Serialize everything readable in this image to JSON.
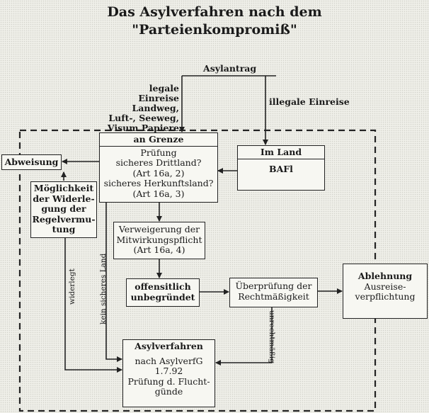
{
  "title": {
    "line1": "Das Asylverfahren nach dem",
    "line2": "\"Parteienkompromiß\""
  },
  "labels": {
    "asylantrag": "Asylantrag",
    "legale_einreise": [
      "legale Einreise",
      "Landweg,",
      "Luft-, Seeweg,",
      "Visum Papiere"
    ],
    "illegale_einreise": "illegale Einreise",
    "widerlegt": "widerlegt",
    "kein_sicheres_land": "kein sicheres Land",
    "unrechtmaessig": "unrechtmäßig"
  },
  "boxes": {
    "an_grenze": {
      "header": "an Grenze",
      "lines": [
        "Prüfung",
        "sicheres Drittland?",
        "(Art 16a, 2)",
        "sicheres Herkunftsland?",
        "(Art 16a, 3)"
      ]
    },
    "im_land": {
      "header": "Im Land",
      "body": "BAFl"
    },
    "abweisung": {
      "text": "Abweisung"
    },
    "widerlegung": {
      "lines": [
        "Möglichkeit",
        "der Widerle-",
        "gung der",
        "Regelvermu-",
        "tung"
      ]
    },
    "verweigerung": {
      "lines": [
        "Verweigerung der",
        "Mitwirkungspflicht",
        "(Art 16a, 4)"
      ]
    },
    "offensichtlich": {
      "lines": [
        "offensitlich",
        "unbegründet"
      ]
    },
    "ueberpruefung": {
      "lines": [
        "Überprüfung der",
        "Rechtmäßigkeit"
      ]
    },
    "ablehnung": {
      "lines": [
        "Ablehnung",
        "Ausreise-",
        "verpflichtung"
      ]
    },
    "asylverfahren": {
      "header": "Asylverfahren",
      "lines": [
        "nach AsylverfG",
        "1.7.92",
        "Prüfung d. Flucht-",
        "günde"
      ]
    }
  },
  "colors": {
    "line": "#222222",
    "background": "#efefe9"
  }
}
